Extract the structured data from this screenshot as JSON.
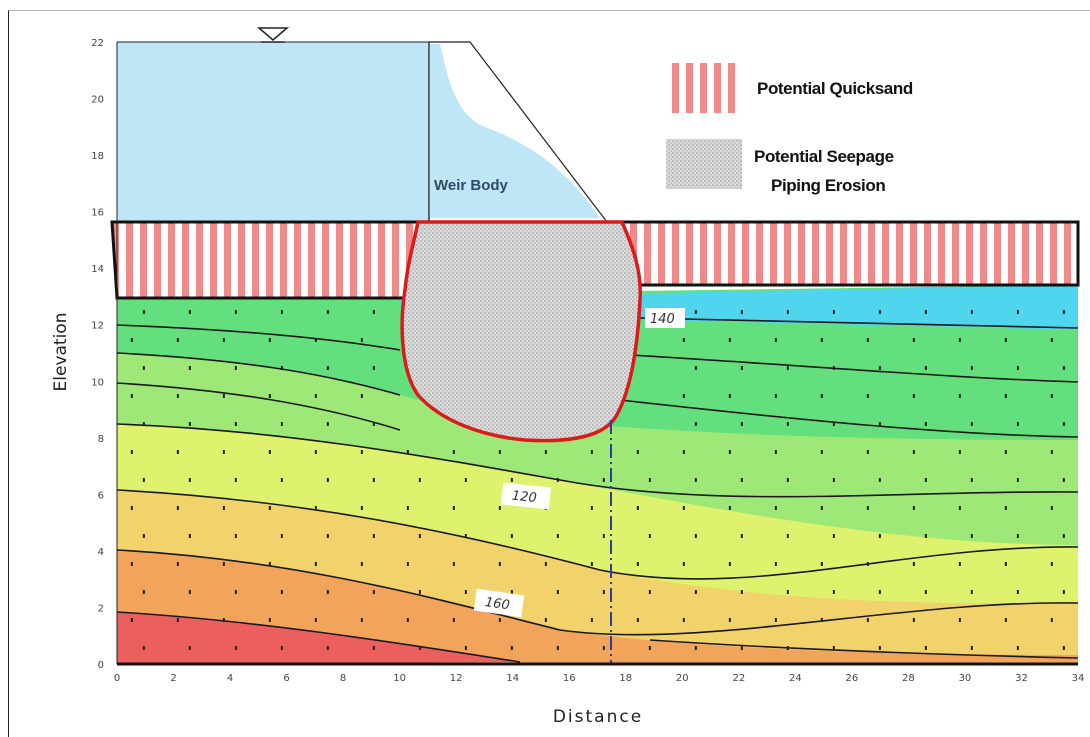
{
  "legend": {
    "quicksand": "Potential Quicksand",
    "seepage_line1": "Potential Seepage",
    "seepage_line2": "Piping Erosion"
  },
  "weir_label": "Weir Body",
  "axes": {
    "xlabel": "Distance",
    "ylabel": "Elevation",
    "x_ticks": [
      "0",
      "2",
      "4",
      "6",
      "8",
      "10",
      "12",
      "14",
      "16",
      "18",
      "20",
      "22",
      "24",
      "26",
      "28",
      "30",
      "32",
      "34"
    ],
    "y_ticks": [
      "0",
      "2",
      "4",
      "6",
      "8",
      "10",
      "12",
      "14",
      "16",
      "18",
      "20",
      "22"
    ]
  },
  "contour_labels": [
    "140",
    "120",
    "160"
  ],
  "colors": {
    "water": "#bfe6f7",
    "quicksand_stripe": "#f08a8a",
    "seepage_outline": "#dd1a1a",
    "seepage_fill": "#d7d7d7",
    "zone_cyan": "#4fd6ee",
    "zone_green": "#63e07d",
    "zone_yellow": "#e3f06a",
    "zone_orange": "#f2a45a",
    "zone_red": "#ec5f5f"
  }
}
